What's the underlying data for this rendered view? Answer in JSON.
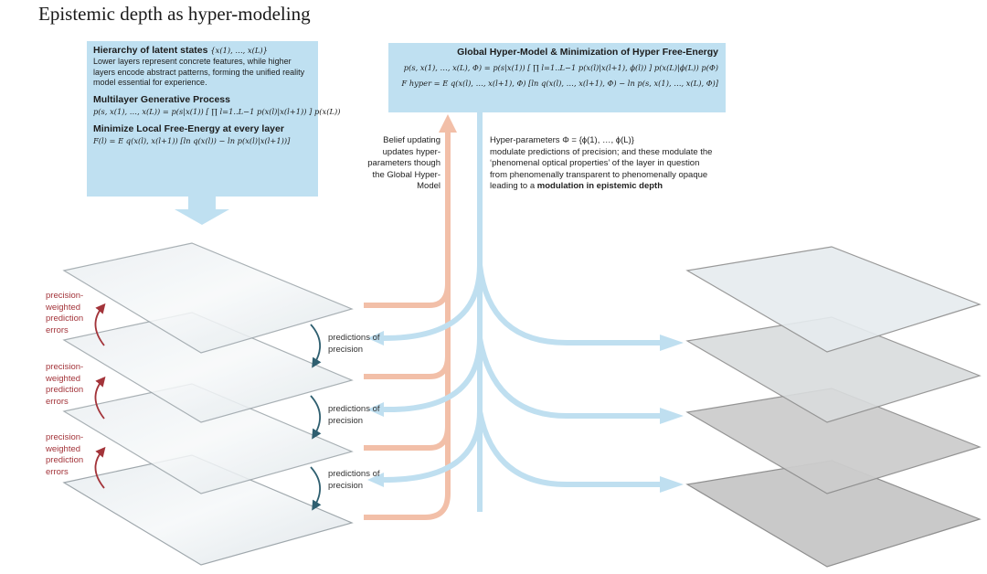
{
  "title": "Epistemic depth as hyper-modeling",
  "local_box": {
    "heading1": "Hierarchy of latent states",
    "heading1_math": "{x(1), …, x(L)}",
    "description": "Lower layers represent concrete features, while higher layers encode abstract patterns, forming the unified reality model essential for experience.",
    "heading2": "Multilayer Generative Process",
    "equation2": "p(s, x(1), …, x(L)) = p(s|x(1)) [ ∏ l=1..L−1 p(x(l)|x(l+1)) ] p(x(L))",
    "heading3": "Minimize Local Free-Energy at every layer",
    "equation3": "F(l) = E q(x(l), x(l+1)) [ln q(x(l)) − ln p(x(l)|x(l+1))]"
  },
  "global_box": {
    "heading": "Global Hyper-Model & Minimization of Hyper Free-Energy",
    "equation1": "p(s, x(1), …, x(L), Φ) = p(s|x(1)) [ ∏ l=1..L−1 p(x(l)|x(l+1), ϕ(l)) ] p(x(L)|ϕ(L)) p(Φ)",
    "equation2": "F hyper = E q(x(l), …, x(l+1), Φ) [ln q(x(l), …, x(l+1), Φ) − ln p(s, x(1), …, x(L), Φ)]"
  },
  "belief_note": "Belief updating updates hyper-parameters though the Global Hyper-Model",
  "hyper_note": {
    "line1": "Hyper-parameters  Φ = {ϕ(1), …, ϕ(L)}",
    "body": "modulate predictions of precision; and these modulate the ‘phenomenal optical properties’ of the layer in question from phenomenally transparent to phenomenally opaque  leading to a",
    "bold": "modulation in epistemic depth"
  },
  "error_labels": [
    "precision- weighted prediction errors",
    "precision- weighted prediction errors",
    "precision- weighted prediction errors"
  ],
  "precision_labels": [
    "predictions of precision",
    "predictions of precision",
    "predictions of precision"
  ],
  "colors": {
    "box": "#bfe0f1",
    "up_arrow": "#f2bfa8",
    "down_arrow": "#bfdff0",
    "error_arrow": "#a3343a",
    "precision_arrow": "#2f5f70"
  }
}
